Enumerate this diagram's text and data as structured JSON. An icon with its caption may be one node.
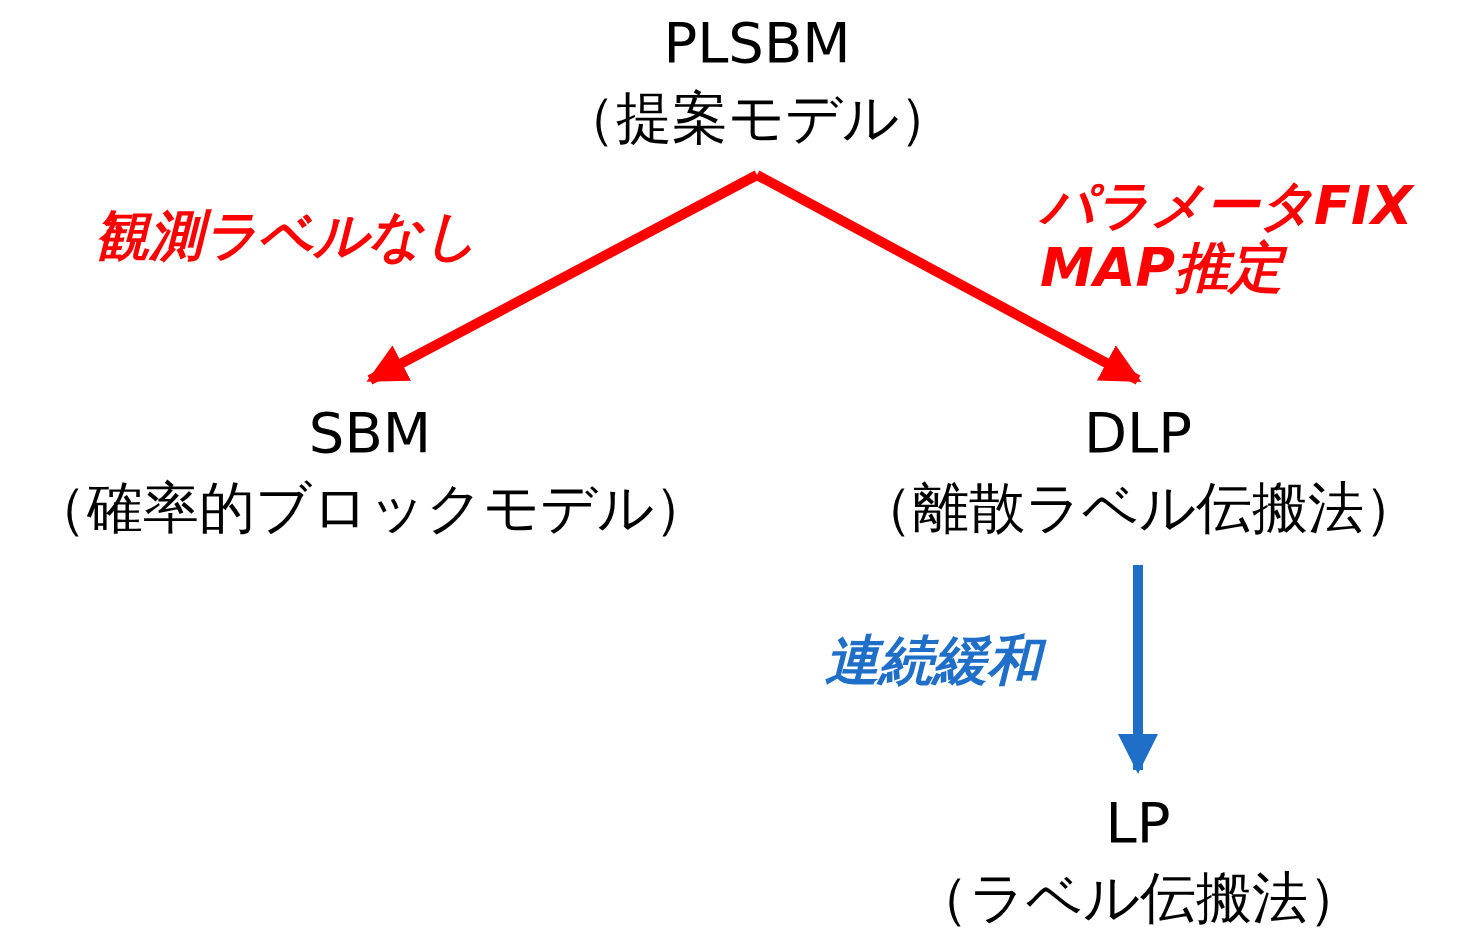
{
  "diagram": {
    "nodes": [
      {
        "text": [
          "PLSBM",
          "（提案モデル）"
        ]
      },
      {
        "text": [
          "SBM",
          "（確率的ブロックモデル）"
        ]
      },
      {
        "text": [
          "DLP",
          "（離散ラベル伝搬法）"
        ]
      },
      {
        "text": [
          "LP",
          "（ラベル伝搬法）"
        ]
      }
    ],
    "edges": [
      {
        "from": 0,
        "to": 1,
        "arrow": "to",
        "label": "観測ラベルなし",
        "color": "#ff0000"
      },
      {
        "from": 0,
        "to": 2,
        "arrow": "to",
        "label": "パラメータFIX MAP推定",
        "color": "#ff0000"
      },
      {
        "from": 2,
        "to": 3,
        "arrow": "to",
        "label": "連続緩和",
        "color": "#1f6fc8"
      }
    ]
  }
}
